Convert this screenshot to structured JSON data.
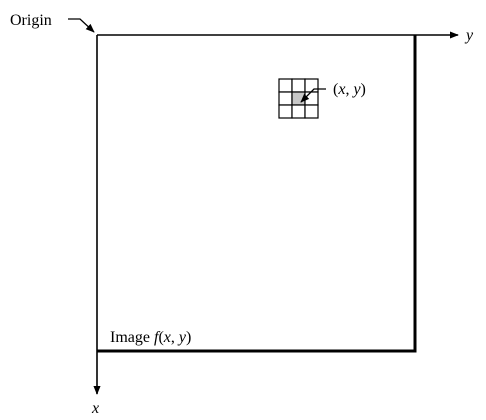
{
  "labels": {
    "origin": "Origin",
    "y_axis": "y",
    "x_axis": "x",
    "pixel_coord": "(x, y)",
    "image_prefix": "Image ",
    "image_func": "f(x, y)"
  },
  "grid": {
    "rows": 3,
    "cols": 3,
    "highlight_row": 1,
    "highlight_col": 1
  },
  "colors": {
    "line": "#000000",
    "highlight": "#c8c8c8"
  }
}
